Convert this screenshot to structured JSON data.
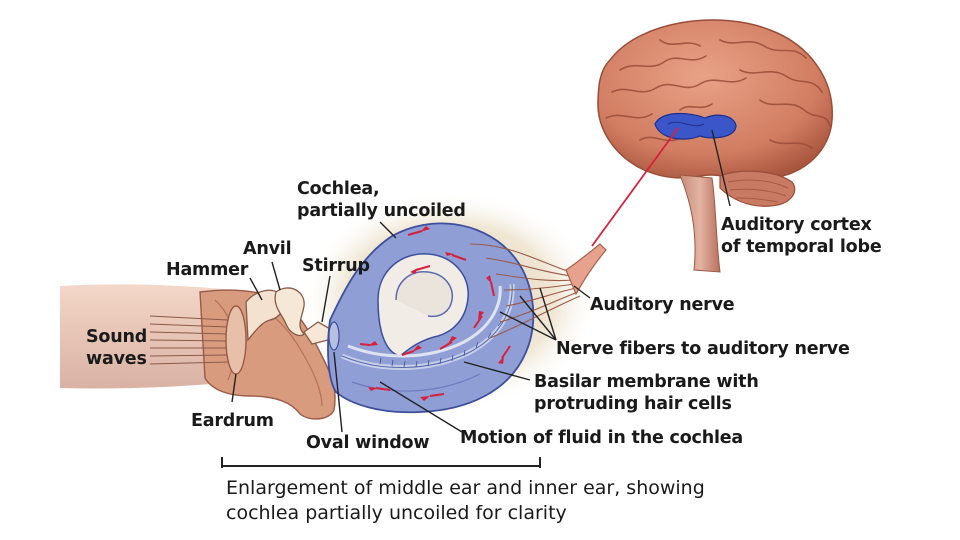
{
  "labels": {
    "cochlea": [
      "Cochlea,",
      "partially uncoiled"
    ],
    "anvil": "Anvil",
    "hammer": "Hammer",
    "stirrup": "Stirrup",
    "sound_waves": [
      "Sound",
      "waves"
    ],
    "eardrum": "Eardrum",
    "oval_window": "Oval window",
    "motion_fluid": "Motion of fluid in the cochlea",
    "basilar": [
      "Basilar membrane with",
      "protruding hair cells"
    ],
    "nerve_fibers": "Nerve fibers to auditory nerve",
    "auditory_nerve": "Auditory nerve",
    "auditory_cortex": [
      "Auditory cortex",
      "of temporal lobe"
    ]
  },
  "caption": [
    "Enlargement of middle ear and inner ear, showing",
    "cochlea partially uncoiled for clarity"
  ],
  "colors": {
    "brain": "#d9886a",
    "brain_shadow": "#b8604a",
    "cortex_blue": "#3b56c9",
    "cochlea_blue": "#8f9fd6",
    "ear_canal": "#d9a184",
    "nerve": "#e6a28c",
    "arrow_red": "#d8203a",
    "leader": "#222222"
  }
}
